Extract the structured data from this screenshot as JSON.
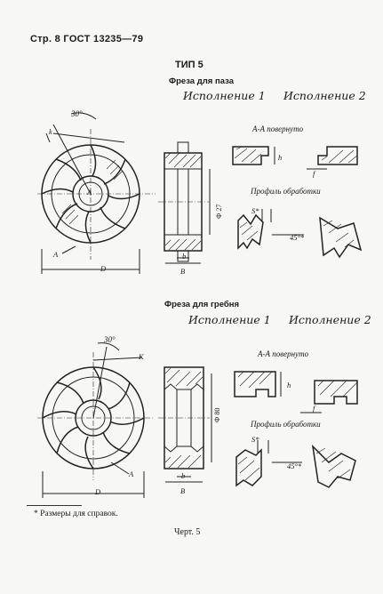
{
  "header": {
    "title": "Стр. 8 ГОСТ 13235—79"
  },
  "type_title": "ТИП 5",
  "section1": {
    "title": "Фреза для паза",
    "versions": [
      "Исполнение 1",
      "Исполнение 2"
    ],
    "angle": "30°",
    "section_label": "А-А повернуто",
    "profile_label": "Профиль обработки",
    "dia": "Ф 27",
    "labels": {
      "A": "A",
      "D": "D",
      "B": "B",
      "b": "b",
      "k": "k",
      "h": "h",
      "f": "f",
      "s": "S*",
      "deg": "45°*"
    }
  },
  "section2": {
    "title": "Фреза для гребня",
    "versions": [
      "Исполнение 1",
      "Исполнение 2"
    ],
    "angle": "30°",
    "section_label": "А-А повернуто",
    "profile_label": "Профиль обработки",
    "dia": "Ф 80",
    "labels": {
      "A": "A",
      "D": "D",
      "B": "B",
      "b": "b",
      "k": "K",
      "h": "h",
      "f": "f",
      "s": "S*",
      "deg": "45°*"
    }
  },
  "footnote": "* Размеры для справок.",
  "figure": "Черт. 5"
}
